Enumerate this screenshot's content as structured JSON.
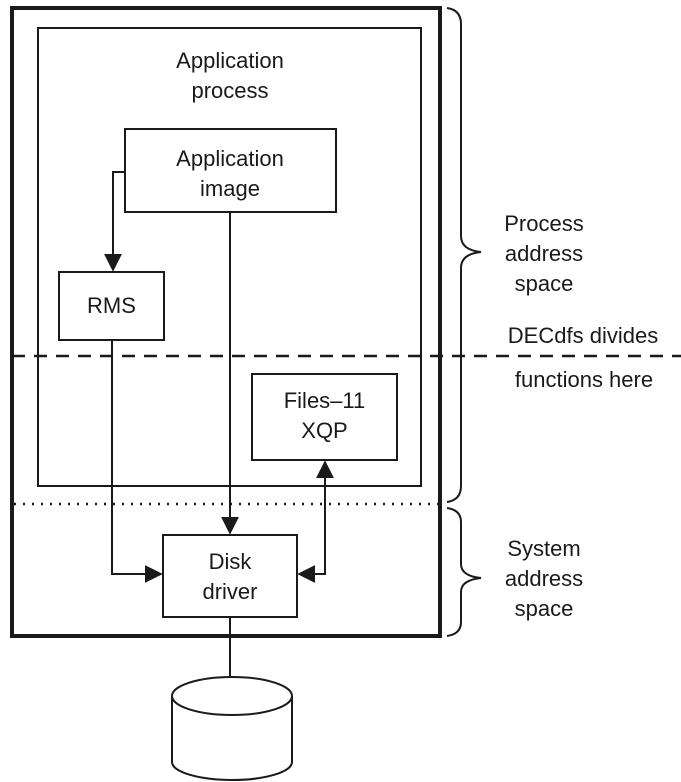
{
  "diagram": {
    "application_process": {
      "line1": "Application",
      "line2": "process"
    },
    "application_image": {
      "line1": "Application",
      "line2": "image"
    },
    "rms": {
      "label": "RMS"
    },
    "files11_xqp": {
      "line1": "Files–11",
      "line2": "XQP"
    },
    "disk_driver": {
      "line1": "Disk",
      "line2": "driver"
    },
    "process_address_space": {
      "line1": "Process",
      "line2": "address",
      "line3": "space"
    },
    "system_address_space": {
      "line1": "System",
      "line2": "address",
      "line3": "space"
    },
    "divide_note": {
      "line1": "DECdfs divides",
      "line2": "functions here"
    }
  }
}
